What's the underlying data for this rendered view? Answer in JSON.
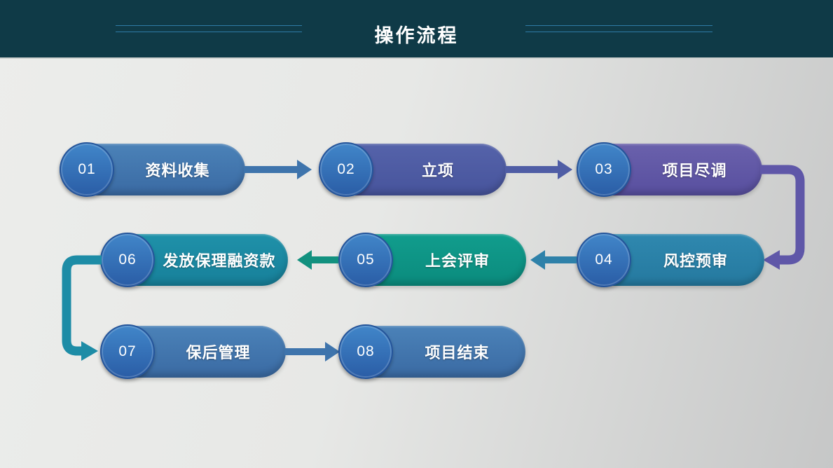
{
  "header": {
    "title": "操作流程",
    "bg": "#0f3a47",
    "accent_line_color": "#2f7ba6"
  },
  "canvas": {
    "bg_from": "#ecedeb",
    "bg_to": "#c6c7c7"
  },
  "circle": {
    "fill_top": "#4186c9",
    "fill_bottom": "#2a5da6",
    "ring": "#24549a",
    "number_color": "#ffffff"
  },
  "steps": [
    {
      "num": "01",
      "label": "资料收集",
      "top": "#4b82b8",
      "bottom": "#3a6aa3"
    },
    {
      "num": "02",
      "label": "立项",
      "top": "#5563aa",
      "bottom": "#47549c"
    },
    {
      "num": "03",
      "label": "项目尽调",
      "top": "#6a61ac",
      "bottom": "#584f9f"
    },
    {
      "num": "04",
      "label": "风控预审",
      "top": "#2f88af",
      "bottom": "#25799f"
    },
    {
      "num": "05",
      "label": "上会评审",
      "top": "#119d8d",
      "bottom": "#0b8b7d"
    },
    {
      "num": "06",
      "label": "发放保理融资款",
      "top": "#1f91a9",
      "bottom": "#17809a"
    },
    {
      "num": "07",
      "label": "保后管理",
      "top": "#4b82b8",
      "bottom": "#3a6aa3"
    },
    {
      "num": "08",
      "label": "项目结束",
      "top": "#4b82b8",
      "bottom": "#3a6aa3"
    }
  ],
  "connectors": [
    {
      "from": "01",
      "to": "02",
      "shape": "straight-right",
      "color": "#3e74ac"
    },
    {
      "from": "02",
      "to": "03",
      "shape": "straight-right",
      "color": "#4f5da5"
    },
    {
      "from": "03",
      "to": "04",
      "shape": "elbow-down-left",
      "color": "#5f57a8"
    },
    {
      "from": "04",
      "to": "05",
      "shape": "straight-left",
      "color": "#2e81a9"
    },
    {
      "from": "05",
      "to": "06",
      "shape": "straight-left",
      "color": "#12917f"
    },
    {
      "from": "06",
      "to": "07",
      "shape": "elbow-down-right",
      "color": "#1d8ca6"
    },
    {
      "from": "07",
      "to": "08",
      "shape": "straight-right",
      "color": "#3e74ac"
    }
  ]
}
